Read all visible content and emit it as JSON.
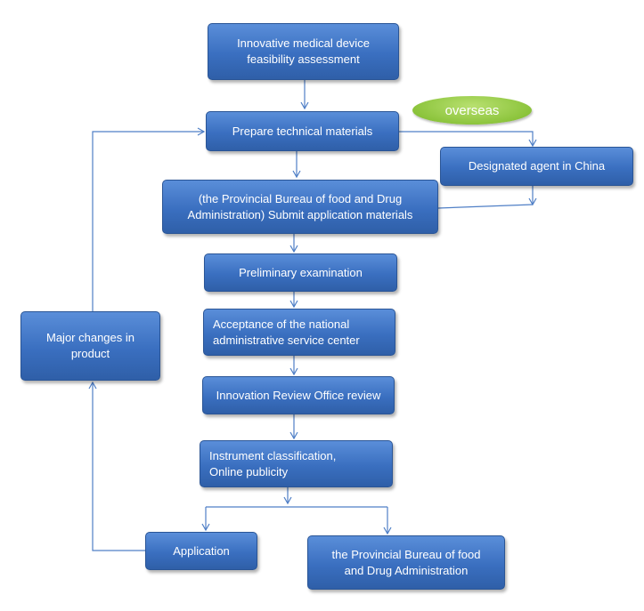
{
  "diagram": {
    "nodes": {
      "feasibility": "Innovative medical device\nfeasibility assessment",
      "prepare": "Prepare technical materials",
      "overseas": "overseas",
      "agent": "Designated agent in China",
      "submit": "(the Provincial Bureau of food and Drug\nAdministration) Submit application materials",
      "preliminary": "Preliminary examination",
      "acceptance": "Acceptance of the national\nadministrative service center",
      "review": "Innovation Review Office review",
      "classification": "Instrument classification,\nOnline publicity",
      "major_changes": "Major changes in\nproduct",
      "application": "Application",
      "provincial": "the Provincial Bureau of food\nand Drug Administration"
    },
    "colors": {
      "box": "#3a6fc0",
      "badge": "#8cc43c",
      "connector": "#4f7fc6"
    }
  }
}
